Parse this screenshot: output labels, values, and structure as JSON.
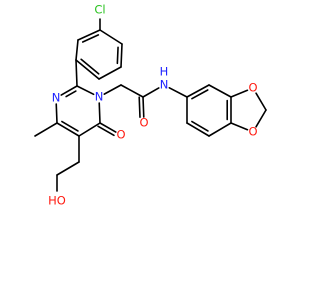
{
  "colors": {
    "bond": "#000000",
    "C": "#000000",
    "N": "#1f23ff",
    "O": "#ff1a10",
    "Cl": "#29c21f"
  },
  "atoms": [
    {
      "id": "a1",
      "el": "C"
    },
    {
      "id": "a2",
      "el": "C"
    },
    {
      "id": "a3",
      "el": "C"
    },
    {
      "id": "a4",
      "el": "C"
    },
    {
      "id": "a5",
      "el": "C"
    },
    {
      "id": "a6",
      "el": "C"
    },
    {
      "id": "cl",
      "el": "Cl",
      "label": "Cl"
    },
    {
      "id": "c2",
      "el": "C"
    },
    {
      "id": "n1",
      "el": "N",
      "label": "N"
    },
    {
      "id": "c6",
      "el": "C"
    },
    {
      "id": "o6",
      "el": "O",
      "label": "O"
    },
    {
      "id": "c5",
      "el": "C"
    },
    {
      "id": "c4",
      "el": "C"
    },
    {
      "id": "n3",
      "el": "N",
      "label": "N"
    },
    {
      "id": "me",
      "el": "C"
    },
    {
      "id": "e1",
      "el": "C"
    },
    {
      "id": "e2",
      "el": "C"
    },
    {
      "id": "oh",
      "el": "O",
      "label": "HO"
    },
    {
      "id": "ch2",
      "el": "C"
    },
    {
      "id": "co",
      "el": "C"
    },
    {
      "id": "oa",
      "el": "O",
      "label": "O"
    },
    {
      "id": "nh",
      "el": "N",
      "label": "N"
    },
    {
      "id": "hh",
      "el": "H",
      "label": "H"
    },
    {
      "id": "b1",
      "el": "C"
    },
    {
      "id": "b2",
      "el": "C"
    },
    {
      "id": "b3",
      "el": "C"
    },
    {
      "id": "b4",
      "el": "C"
    },
    {
      "id": "b5",
      "el": "C"
    },
    {
      "id": "b6",
      "el": "C"
    },
    {
      "id": "od1",
      "el": "O",
      "label": "O"
    },
    {
      "id": "od2",
      "el": "O",
      "label": "O"
    },
    {
      "id": "mc",
      "el": "C"
    }
  ],
  "bonds": [
    [
      "a1",
      "a2",
      1
    ],
    [
      "a2",
      "a3",
      2
    ],
    [
      "a3",
      "a4",
      1
    ],
    [
      "a4",
      "a5",
      2
    ],
    [
      "a5",
      "a6",
      1
    ],
    [
      "a6",
      "a1",
      2
    ],
    [
      "a3",
      "cl",
      1
    ],
    [
      "a1",
      "c2",
      1
    ],
    [
      "c2",
      "n1",
      1
    ],
    [
      "n1",
      "c6",
      1
    ],
    [
      "c6",
      "c5",
      1
    ],
    [
      "c5",
      "c4",
      2
    ],
    [
      "c4",
      "n3",
      1
    ],
    [
      "n3",
      "c2",
      2
    ],
    [
      "c6",
      "o6",
      2
    ],
    [
      "c4",
      "me",
      1
    ],
    [
      "c5",
      "e1",
      1
    ],
    [
      "e1",
      "e2",
      1
    ],
    [
      "e2",
      "oh",
      1
    ],
    [
      "n1",
      "ch2",
      1
    ],
    [
      "ch2",
      "co",
      1
    ],
    [
      "co",
      "oa",
      2
    ],
    [
      "co",
      "nh",
      1
    ],
    [
      "nh",
      "b1",
      1
    ],
    [
      "b1",
      "b2",
      2
    ],
    [
      "b2",
      "b3",
      1
    ],
    [
      "b3",
      "b4",
      2
    ],
    [
      "b4",
      "b5",
      1
    ],
    [
      "b5",
      "b6",
      2
    ],
    [
      "b6",
      "b1",
      1
    ],
    [
      "b3",
      "od1",
      1
    ],
    [
      "od1",
      "mc",
      1
    ],
    [
      "mc",
      "od2",
      1
    ],
    [
      "od2",
      "b4",
      1
    ]
  ]
}
